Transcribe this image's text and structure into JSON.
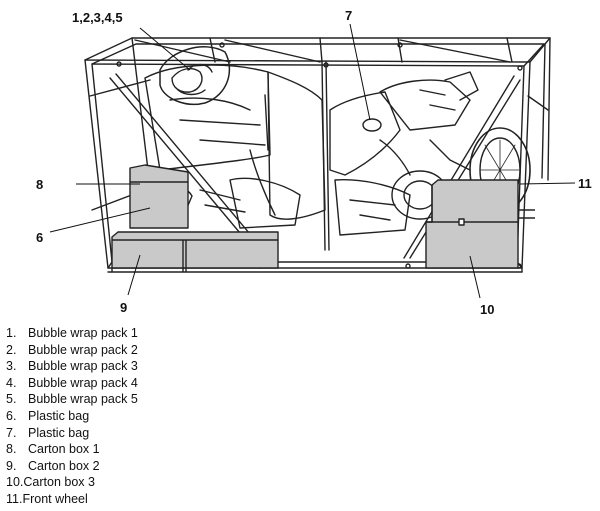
{
  "callouts": {
    "c1": "1,2,3,4,5",
    "c7": "7",
    "c8": "8",
    "c6": "6",
    "c11": "11",
    "c9": "9",
    "c10": "10"
  },
  "legend": [
    {
      "num": "1.",
      "label": "Bubble wrap pack 1"
    },
    {
      "num": "2.",
      "label": "Bubble wrap pack 2"
    },
    {
      "num": "3.",
      "label": "Bubble wrap pack 3"
    },
    {
      "num": "4.",
      "label": "Bubble wrap pack 4"
    },
    {
      "num": "5.",
      "label": "Bubble wrap pack 5"
    },
    {
      "num": "6.",
      "label": "Plastic bag"
    },
    {
      "num": "7.",
      "label": "Plastic bag"
    },
    {
      "num": "8.",
      "label": "Carton box 1"
    },
    {
      "num": "9.",
      "label": "Carton box 2"
    },
    {
      "num": "10.",
      "label": "Carton box 3"
    },
    {
      "num": "11.",
      "label": "Front wheel"
    }
  ]
}
